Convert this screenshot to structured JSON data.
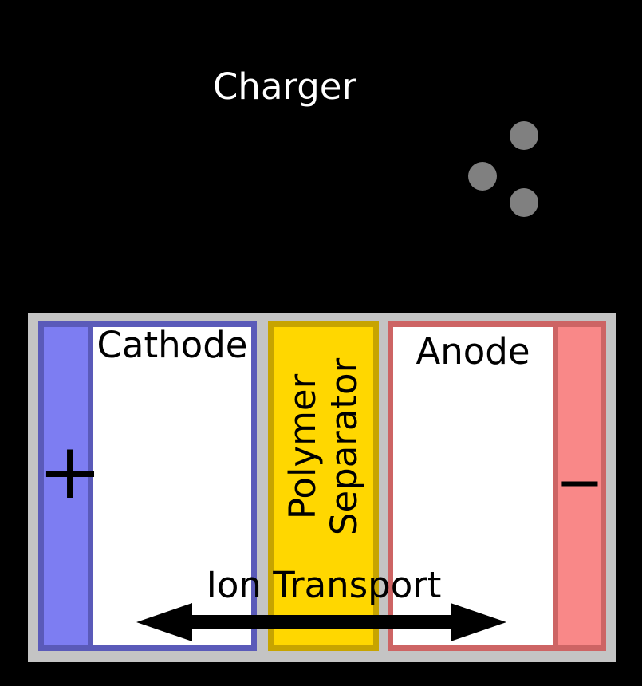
{
  "colors": {
    "background": "#000000",
    "charger_text": "#ffffff",
    "frame_gray": "#c4c4c4",
    "cathode_border": "#5a5ab9",
    "cathode_fill": "#7d7df2",
    "separator_border": "#c7a400",
    "separator_fill": "#ffd700",
    "anode_border": "#cd6464",
    "anode_fill": "#f98888",
    "electron_gray": "#808080",
    "label_text": "#000000"
  },
  "charger": {
    "label": "Charger"
  },
  "battery": {
    "cathode": {
      "label": "Cathode",
      "terminal_sign": "+"
    },
    "separator": {
      "label": "Polymer\nSeparator"
    },
    "anode": {
      "label": "Anode",
      "terminal_sign": "−"
    },
    "ion_transport": {
      "label": "Ion Transport"
    }
  }
}
